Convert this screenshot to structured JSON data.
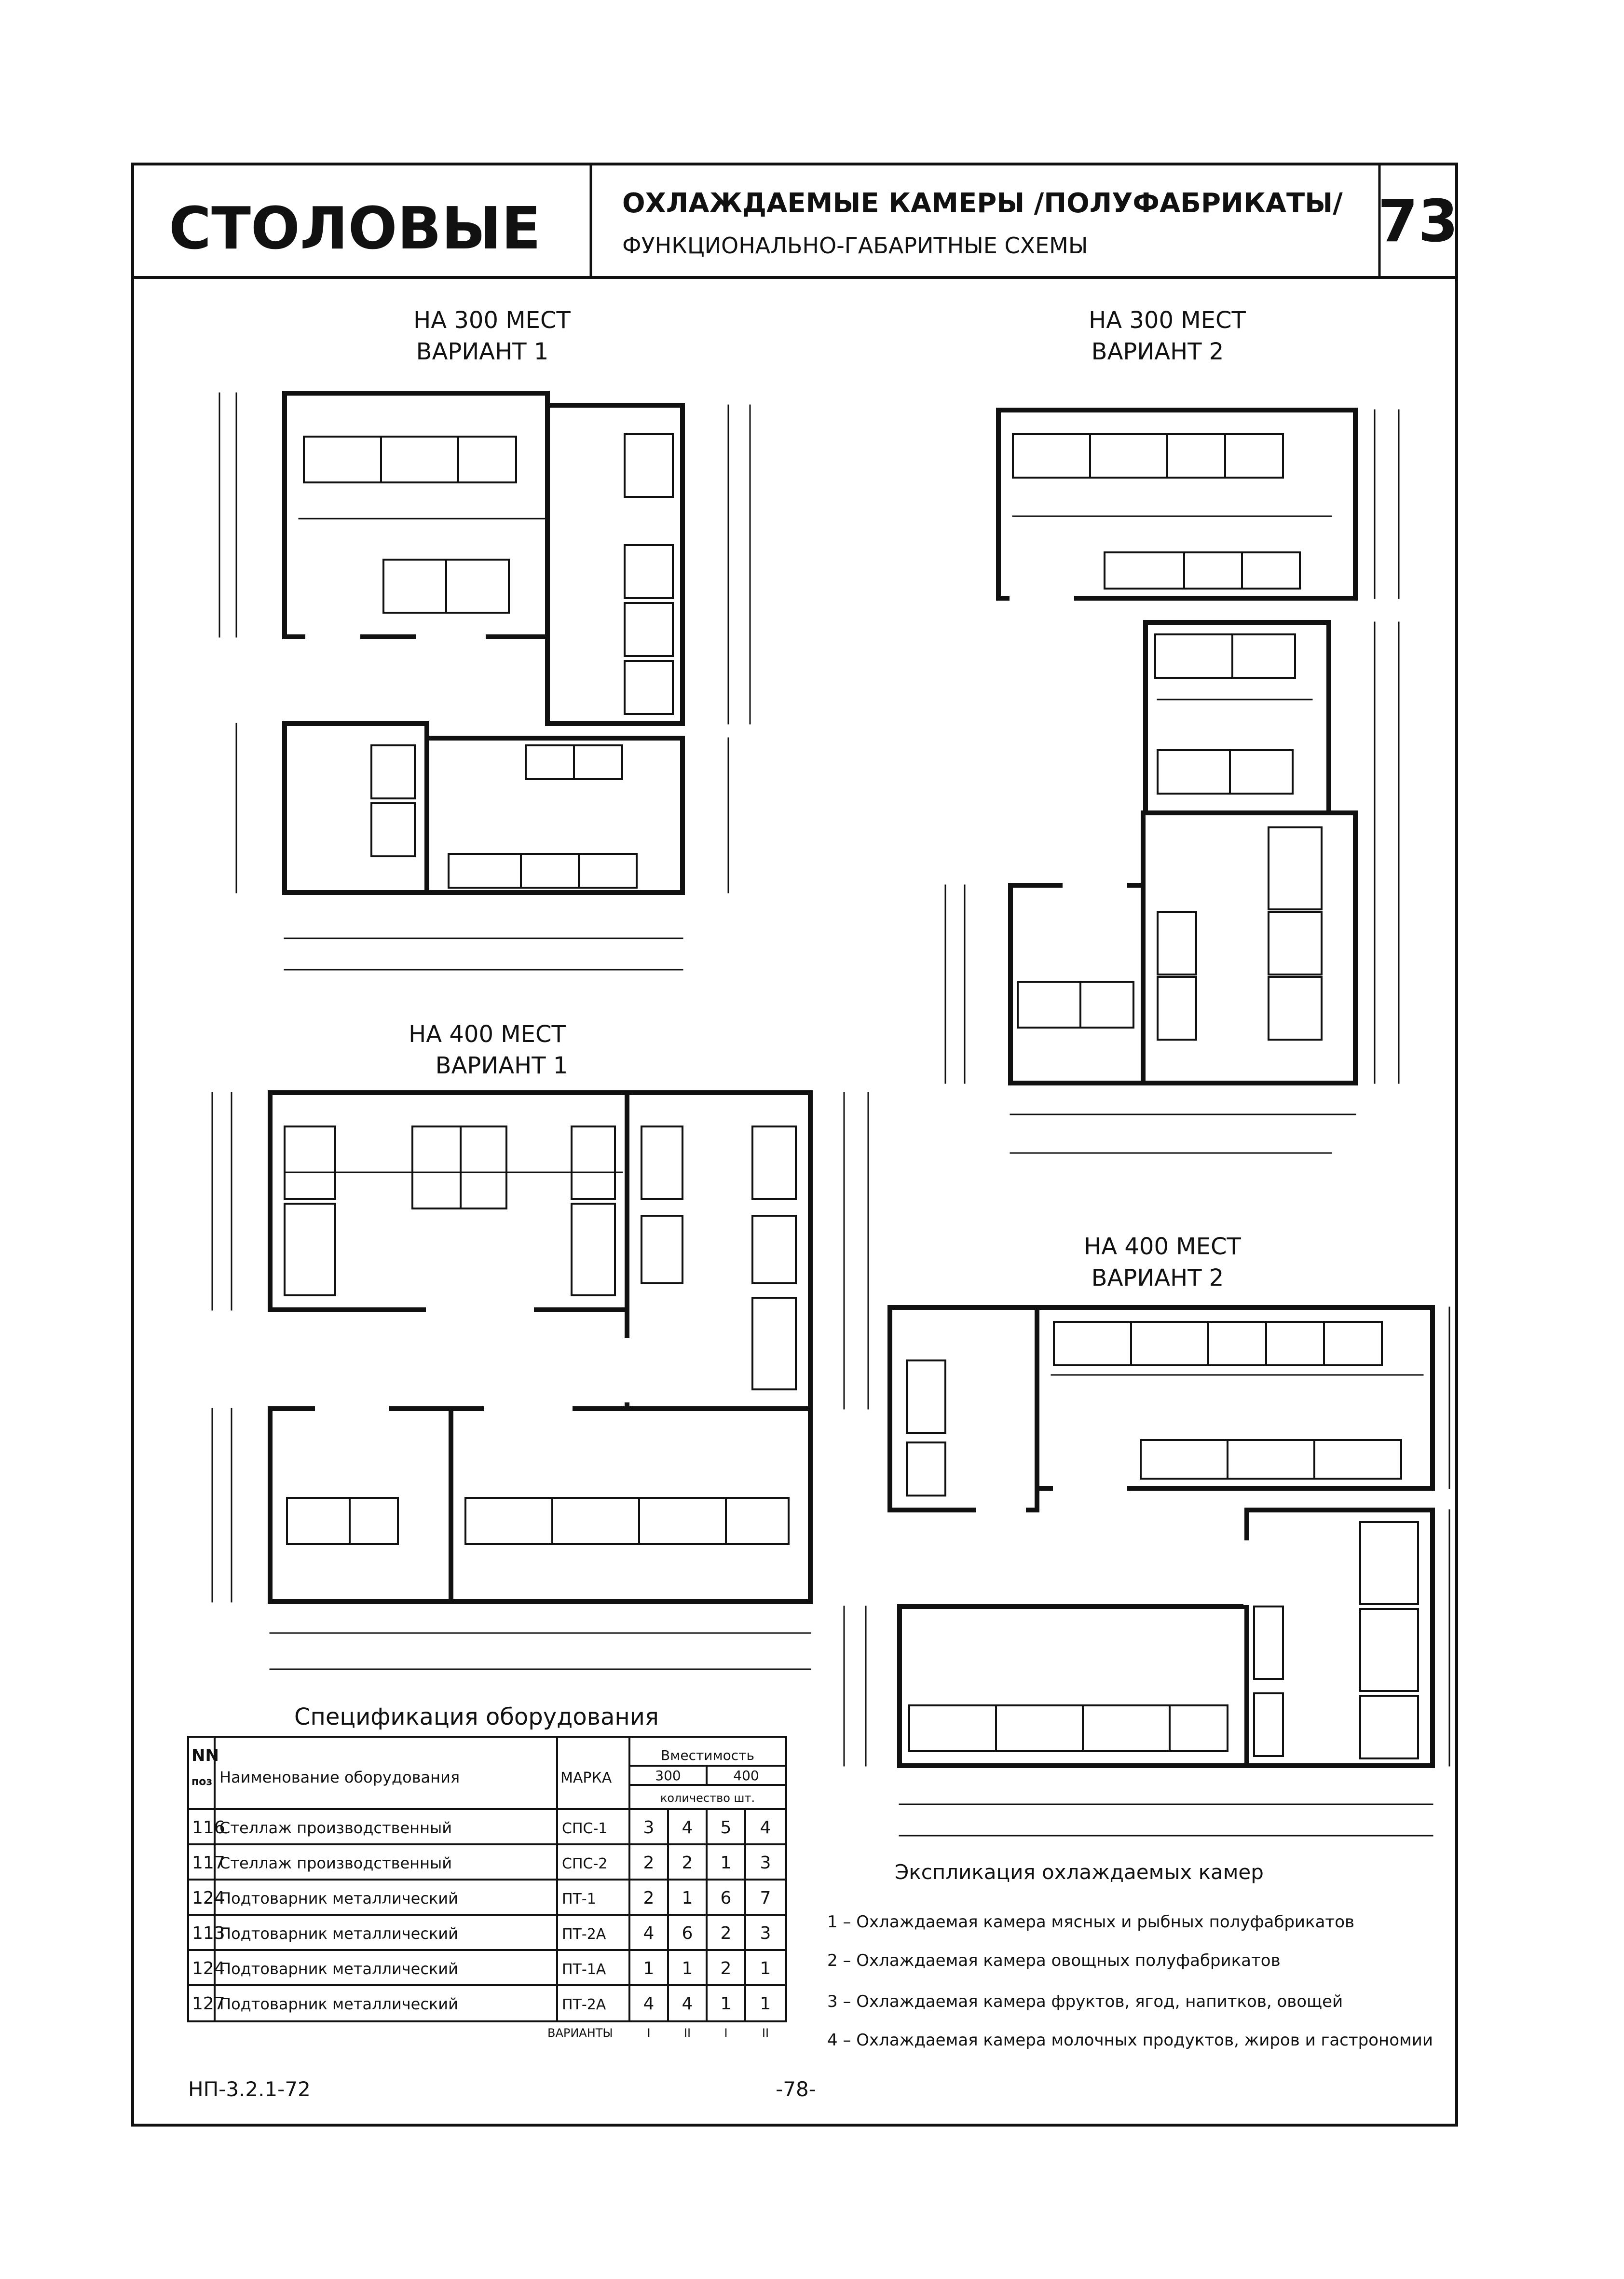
{
  "header": {
    "section": "СТОЛОВЫЕ",
    "title_line1": "ОХЛАЖДАЕМЫЕ КАМЕРЫ /ПОЛУФАБРИКАТЫ/",
    "title_line2": "ФУНКЦИОНАЛЬНО-ГАБАРИТНЫЕ СХЕМЫ",
    "sheet_number": "73"
  },
  "plans": {
    "p300v1": {
      "line1": "НА 300 МЕСТ",
      "line2": "ВАРИАНТ 1"
    },
    "p300v2": {
      "line1": "НА 300 МЕСТ",
      "line2": "ВАРИАНТ 2"
    },
    "p400v1": {
      "line1": "НА 400 МЕСТ",
      "line2": "ВАРИАНТ 1"
    },
    "p400v2": {
      "line1": "НА 400 МЕСТ",
      "line2": "ВАРИАНТ 2"
    }
  },
  "spec": {
    "title": "Спецификация оборудования",
    "col_nn": "NN",
    "col_nn2": "поз",
    "col_name": "Наименование оборудования",
    "col_mark": "МАРКА",
    "col_capacity": "Вместимость",
    "col_300": "300",
    "col_400": "400",
    "col_qty": "количество шт.",
    "rows": [
      {
        "pos": "116",
        "name": "Стеллаж производственный",
        "mark": "СПС-1",
        "q": [
          "3",
          "4",
          "5",
          "4"
        ]
      },
      {
        "pos": "117",
        "name": "Стеллаж производственный",
        "mark": "СПС-2",
        "q": [
          "2",
          "2",
          "1",
          "3"
        ]
      },
      {
        "pos": "124",
        "name": "Подтоварник металлический",
        "mark": "ПТ-1",
        "q": [
          "2",
          "1",
          "6",
          "7"
        ]
      },
      {
        "pos": "113",
        "name": "Подтоварник металлический",
        "mark": "ПТ-2А",
        "q": [
          "4",
          "6",
          "2",
          "3"
        ]
      },
      {
        "pos": "124",
        "name": "Подтоварник металлический",
        "mark": "ПТ-1А",
        "q": [
          "1",
          "1",
          "2",
          "1"
        ]
      },
      {
        "pos": "127",
        "name": "Подтоварник металлический",
        "mark": "ПТ-2А",
        "q": [
          "4",
          "4",
          "1",
          "1"
        ]
      }
    ],
    "variants_label": "ВАРИАНТЫ",
    "variants": [
      "I",
      "II",
      "I",
      "II"
    ]
  },
  "legend": {
    "title": "Экспликация охлаждаемых камер",
    "items": [
      "1 – Охлаждаемая камера мясных и рыбных полуфабрикатов",
      "2 – Охлаждаемая камера овощных полуфабрикатов",
      "3 – Охлаждаемая камера фруктов, ягод, напитков, овощей",
      "4 – Охлаждаемая камера молочных продуктов, жиров и гастрономии"
    ]
  },
  "footer": {
    "code": "НП-3.2.1-72",
    "page": "-78-"
  },
  "colors": {
    "ink": "#111111",
    "paper": "#ffffff"
  }
}
